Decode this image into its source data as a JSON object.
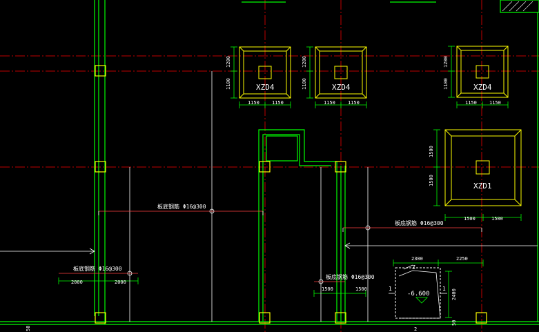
{
  "drawing": {
    "footing_labels": {
      "xzd4_a": "XZD4",
      "xzd4_b": "XZD4",
      "xzd4_c": "XZD4",
      "xzd1": "XZD1"
    },
    "dims": {
      "d1150": "1150",
      "d1200": "1200",
      "d1100": "1100",
      "d1500": "1500",
      "d2000": "2000",
      "d2300": "2300",
      "d2250": "2250",
      "d2400": "2400",
      "d50": "50",
      "d2": "2"
    },
    "rebar_labels": {
      "mid": "板底钢筋 Φ16@300",
      "right": "板底钢筋 Φ16@300",
      "left": "板底钢筋 Φ16@300",
      "lower": "板底钢筋 Φ16@300"
    },
    "pit": {
      "level": "-6.600",
      "section_mark": "1",
      "z_mark": "Z"
    },
    "colors": {
      "background": "#000000",
      "axis": "#ff0000",
      "wall": "#00ff00",
      "column": "#ffff00",
      "text": "#ffffff"
    }
  }
}
